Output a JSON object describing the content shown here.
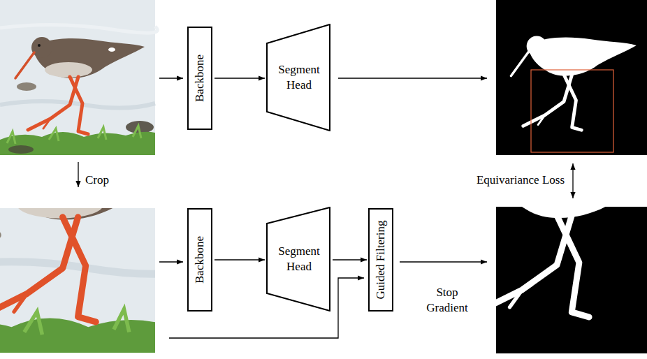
{
  "diagram": {
    "nodes": [
      {
        "text": [
          "Backbone"
        ]
      },
      {
        "text": [
          "Segment Head"
        ]
      },
      {
        "text": [
          "Backbone"
        ]
      },
      {
        "text": [
          "Segment Head"
        ]
      },
      {
        "text": [
          "Guided Filtering"
        ]
      }
    ],
    "edges": [
      {
        "from": 0,
        "to": 1,
        "arrow": "to"
      },
      {
        "from": 2,
        "to": 3,
        "arrow": "to"
      },
      {
        "from": 3,
        "to": 4,
        "arrow": "to"
      }
    ],
    "labels": [
      "Crop",
      "Equivariance Loss",
      "Stop Gradient"
    ]
  }
}
